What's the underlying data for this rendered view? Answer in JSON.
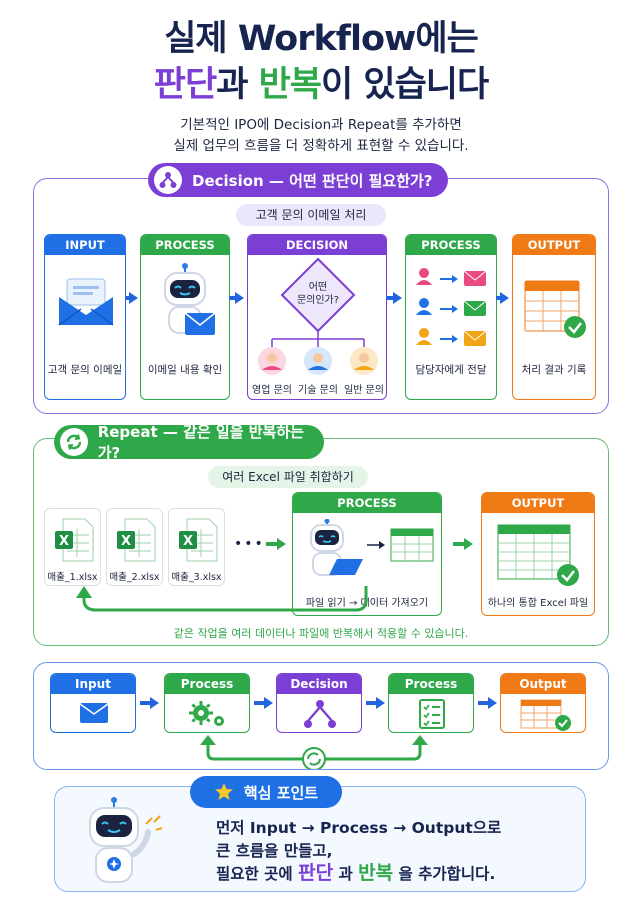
{
  "title": {
    "line1": "실제 Workflow에는",
    "line2_a": "판단",
    "line2_b": "과 ",
    "line2_c": "반복",
    "line2_d": "이 있습니다"
  },
  "subtitle": {
    "line1": "기본적인 IPO에 Decision과 Repeat를 추가하면",
    "line2": "실제 업무의 흐름을 더 정확하게 표현할 수 있습니다."
  },
  "decision": {
    "header": "Decision — 어떤 판단이 필요한가?",
    "context": "고객 문의 이메일 처리",
    "steps": [
      {
        "head": "INPUT",
        "label": "고객 문의 이메일",
        "color": "#1f6fe5"
      },
      {
        "head": "PROCESS",
        "label": "이메일 내용 확인",
        "color": "#2fa84a"
      },
      {
        "head": "DECISION",
        "label": "",
        "color": "#7b3fd6"
      },
      {
        "head": "PROCESS",
        "label": "담당자에게 전달",
        "color": "#2fa84a"
      },
      {
        "head": "OUTPUT",
        "label": "처리 결과 기록",
        "color": "#f07b16"
      }
    ],
    "diamond": "어떤\n문의인가?",
    "diamond_l1": "어떤",
    "diamond_l2": "문의인가?",
    "branches": [
      "영업 문의",
      "기술 문의",
      "일반 문의"
    ]
  },
  "repeat": {
    "header": "Repeat — 같은 일을 반복하는가?",
    "context": "여러 Excel 파일 취합하기",
    "files": [
      "매출_1.xlsx",
      "매출_2.xlsx",
      "매출_3.xlsx"
    ],
    "dots": "•••",
    "process_head": "PROCESS",
    "process_label": "파일 읽기 → 데이터 가져오기",
    "output_head": "OUTPUT",
    "output_label": "하나의 통합 Excel 파일",
    "footnote": "같은 작업을 여러 데이터나 파일에 반복해서 적용할 수 있습니다."
  },
  "summary_flow": [
    {
      "label": "Input",
      "color": "#1f6fe5"
    },
    {
      "label": "Process",
      "color": "#2fa84a"
    },
    {
      "label": "Decision",
      "color": "#7b3fd6"
    },
    {
      "label": "Process",
      "color": "#2fa84a"
    },
    {
      "label": "Output",
      "color": "#f07b16"
    }
  ],
  "keypoint": {
    "badge": "핵심 포인트",
    "line1": "먼저 Input → Process → Output으로",
    "line2": "큰 흐름을 만들고,",
    "line3_a": "필요한 곳에 ",
    "line3_b": "판단",
    "line3_c": " 과 ",
    "line3_d": "반복",
    "line3_e": " 을 추가합니다."
  },
  "icons": [
    "decision-branch-icon",
    "repeat-icon",
    "envelope-icon",
    "robot-icon",
    "person-icon",
    "mail-icon",
    "table-icon",
    "check-icon",
    "excel-icon",
    "gears-icon",
    "checklist-icon",
    "star-icon"
  ]
}
